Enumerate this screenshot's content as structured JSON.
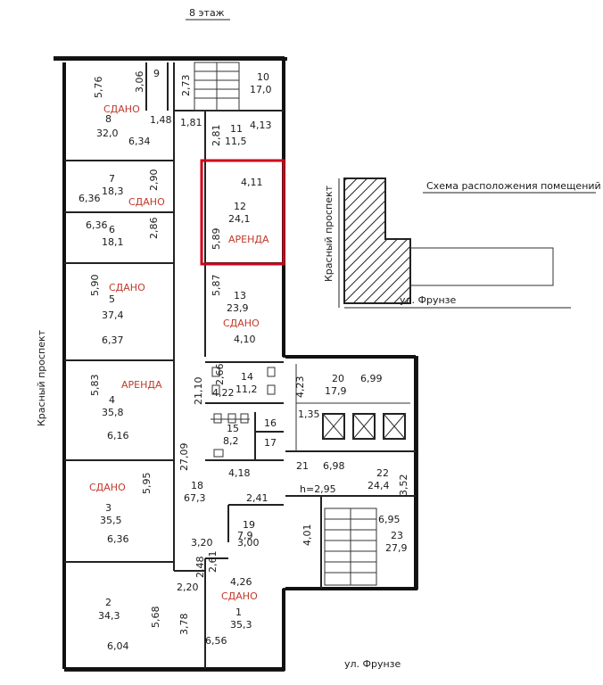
{
  "floor_title": "8 этаж",
  "scheme_title": "Схема расположения помещений",
  "street_left": "Красный проспект",
  "street_left_small": "Красный проспект",
  "street_bottom": "ул. Фрунзе",
  "street_small": "ул. Фрунзе",
  "status": {
    "sold": "СДАНО",
    "rent": "АРЕНДА"
  },
  "height_note": "h=2,95",
  "rooms": [
    {
      "num": "8",
      "area": "32,0"
    },
    {
      "num": "9",
      "area": ""
    },
    {
      "num": "10",
      "area": "17,0"
    },
    {
      "num": "11",
      "area": "11,5"
    },
    {
      "num": "7",
      "area": "18,3"
    },
    {
      "num": "6",
      "area": "18,1"
    },
    {
      "num": "12",
      "area": "24,1"
    },
    {
      "num": "5",
      "area": "37,4"
    },
    {
      "num": "13",
      "area": "23,9"
    },
    {
      "num": "4",
      "area": "35,8"
    },
    {
      "num": "14",
      "area": "11,2"
    },
    {
      "num": "20",
      "area": "17,9"
    },
    {
      "num": "15",
      "area": "8,2"
    },
    {
      "num": "16",
      "area": ""
    },
    {
      "num": "17",
      "area": ""
    },
    {
      "num": "3",
      "area": "35,5"
    },
    {
      "num": "18",
      "area": "67,3"
    },
    {
      "num": "21",
      "area": ""
    },
    {
      "num": "22",
      "area": "24,4"
    },
    {
      "num": "19",
      "area": "7,9"
    },
    {
      "num": "23",
      "area": "27,9"
    },
    {
      "num": "2",
      "area": "34,3"
    },
    {
      "num": "1",
      "area": "35,3"
    }
  ],
  "dims": [
    "5,76",
    "3,06",
    "2,73",
    "1,48",
    "1,81",
    "6,34",
    "4,13",
    "2,81",
    "6,36",
    "2,90",
    "4,11",
    "6,36",
    "2,86",
    "5,89",
    "5,90",
    "5,87",
    "6,37",
    "4,10",
    "5,83",
    "2,66",
    "21,10",
    "4,22",
    "4,23",
    "6,99",
    "1,35",
    "6,16",
    "27,09",
    "4,18",
    "6,98",
    "5,95",
    "3,52",
    "2,41",
    "6,36",
    "3,20",
    "3,00",
    "4,01",
    "6,95",
    "2,48",
    "2,61",
    "2,20",
    "4,26",
    "3,78",
    "5,68",
    "6,04",
    "6,56"
  ]
}
